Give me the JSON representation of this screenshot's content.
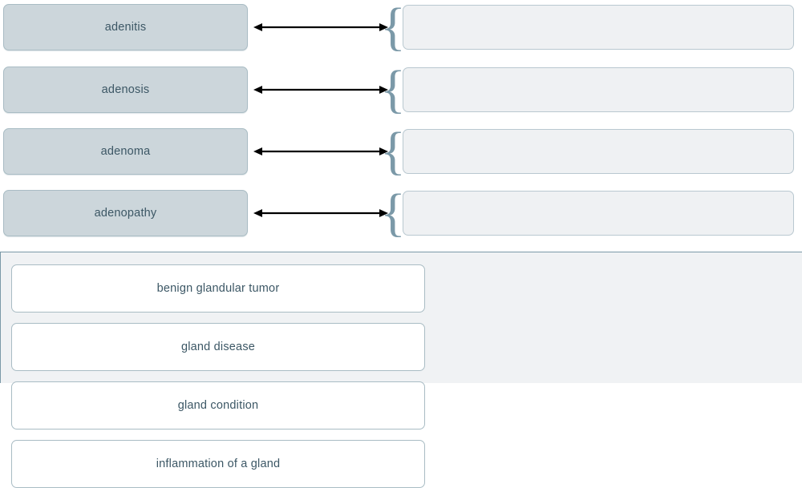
{
  "exercise": {
    "type": "matching-drag-and-drop",
    "instruction": "",
    "terms": [
      {
        "id": "term-1",
        "label": "adenitis",
        "slot_value": "",
        "slot_placeholder": ""
      },
      {
        "id": "term-2",
        "label": "adenosis",
        "slot_value": "",
        "slot_placeholder": ""
      },
      {
        "id": "term-3",
        "label": "adenoma",
        "slot_value": "",
        "slot_placeholder": ""
      },
      {
        "id": "term-4",
        "label": "adenopathy",
        "slot_value": "",
        "slot_placeholder": ""
      }
    ],
    "connector_icon": "double-arrow-icon",
    "brace_glyph": "{",
    "options": [
      {
        "id": "option-1",
        "label": "benign glandular tumor"
      },
      {
        "id": "option-2",
        "label": "gland disease"
      },
      {
        "id": "option-3",
        "label": "gland condition"
      },
      {
        "id": "option-4",
        "label": "inflammation of a gland"
      }
    ]
  },
  "colors": {
    "term_fill": "#ccd6db",
    "term_border": "#a9bcc4",
    "slot_fill": "#eff1f3",
    "slot_border": "#b9c8d0",
    "tray_fill": "#f0f2f4",
    "tray_border": "#7b99a8",
    "option_fill": "#ffffff",
    "option_border": "#a9bcc4",
    "text": "#3c5765",
    "brace": "#7b99a8",
    "arrow": "#000000"
  }
}
